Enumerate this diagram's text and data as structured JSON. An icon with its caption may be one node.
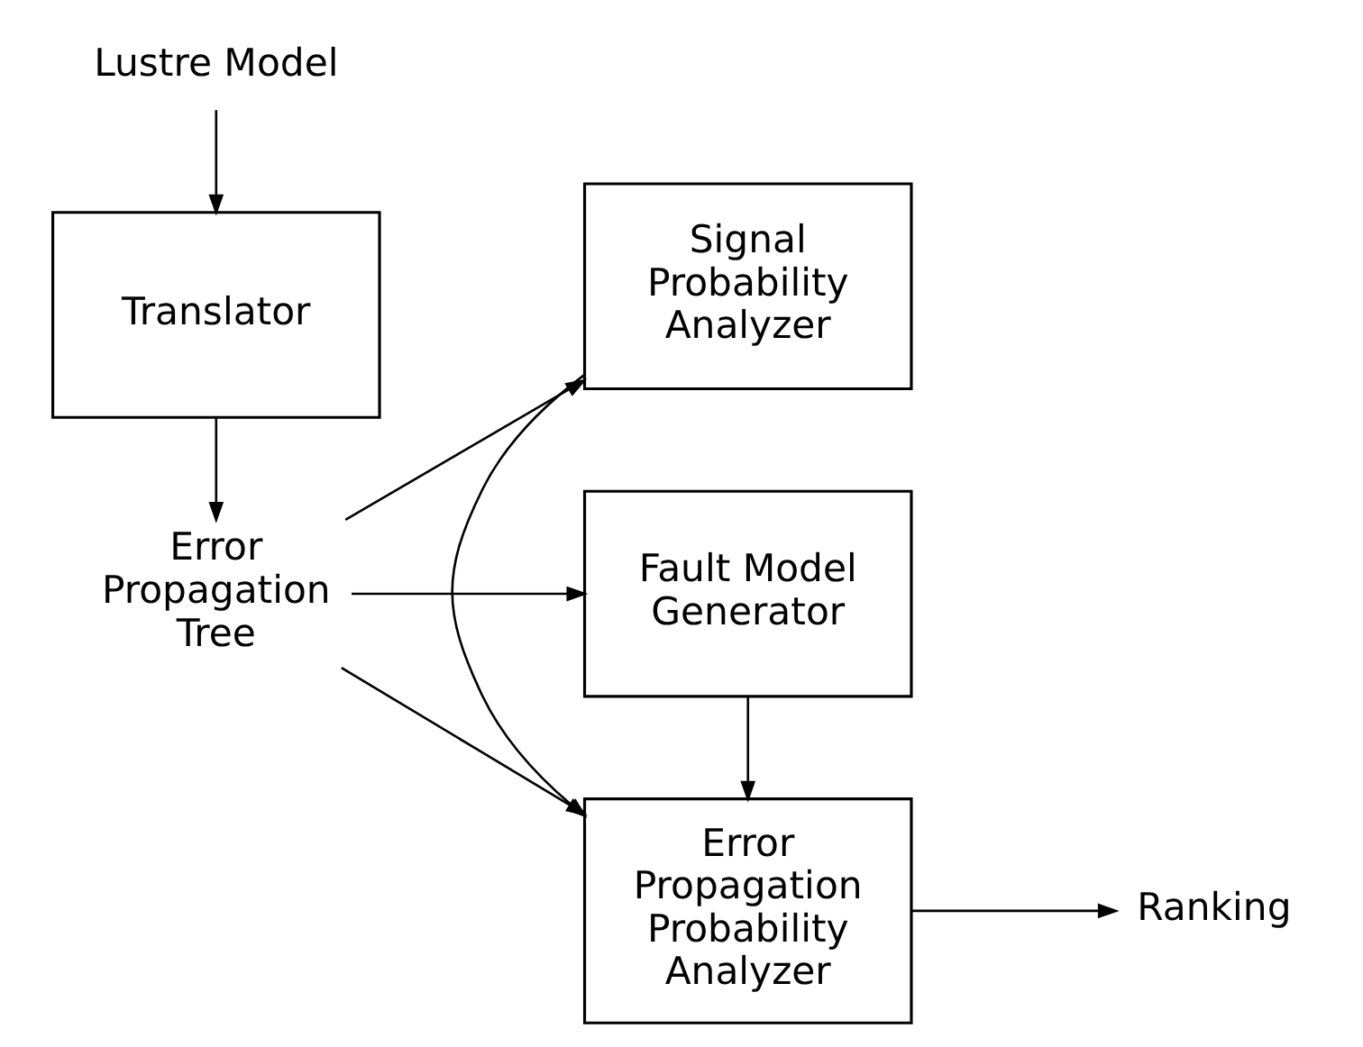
{
  "diagram": {
    "nodes": [
      {
        "text": [
          "Lustre Model"
        ]
      },
      {
        "text": [
          "Translator"
        ]
      },
      {
        "text": [
          "Error Propagation Tree"
        ]
      },
      {
        "text": [
          "Signal Probability Analyzer"
        ]
      },
      {
        "text": [
          "Error Propagation Probability Analyzer"
        ]
      },
      {
        "text": [
          "Fault Model Generator"
        ]
      },
      {
        "text": [
          "Ranking"
        ]
      }
    ],
    "edges": [
      {
        "from": 0,
        "to": 1,
        "arrow": "to"
      },
      {
        "from": 1,
        "to": 2,
        "arrow": "to"
      },
      {
        "from": 2,
        "to": 3,
        "arrow": "to"
      },
      {
        "from": 2,
        "to": 4,
        "arrow": "to"
      },
      {
        "from": 2,
        "to": 5,
        "arrow": "to"
      },
      {
        "from": 3,
        "to": 4,
        "arrow": "to"
      },
      {
        "from": 5,
        "to": 4,
        "arrow": "to"
      },
      {
        "from": 4,
        "to": 6,
        "arrow": "to"
      }
    ]
  }
}
